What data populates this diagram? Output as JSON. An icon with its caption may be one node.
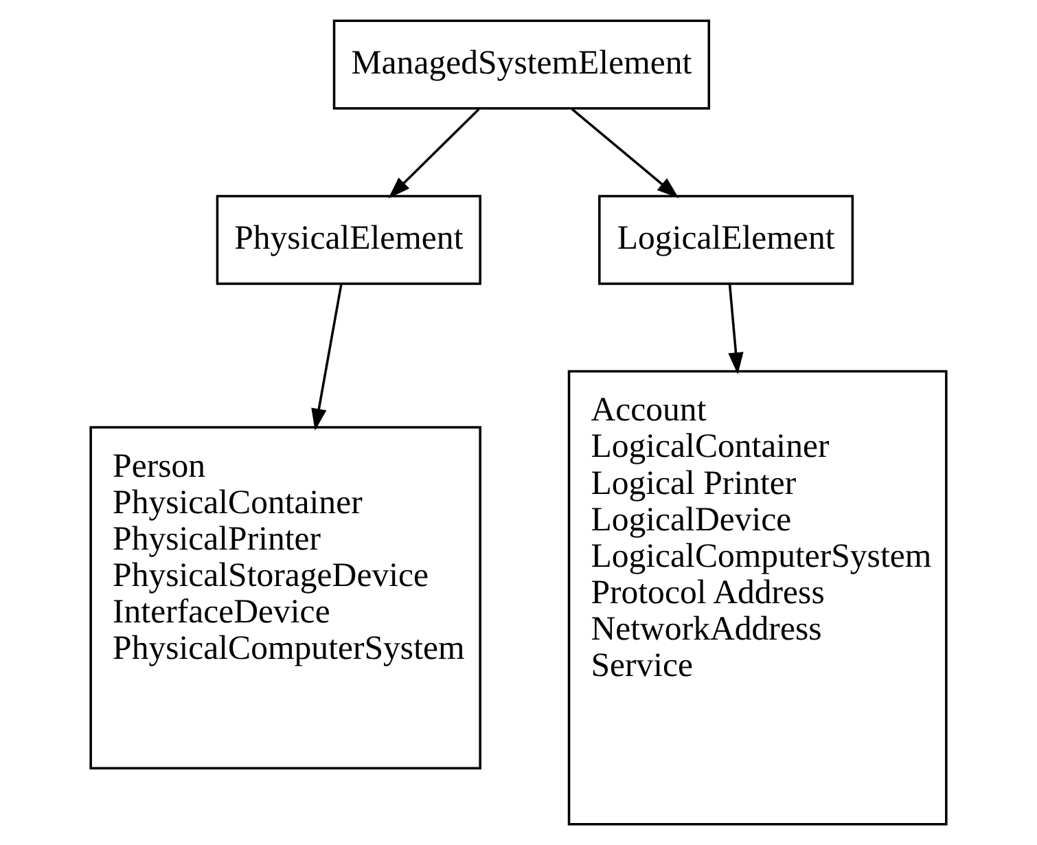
{
  "diagram": {
    "nodes": [
      {
        "text": [
          "ManagedSystemElement"
        ]
      },
      {
        "text": [
          "PhysicalElement"
        ]
      },
      {
        "text": [
          "LogicalElement"
        ]
      },
      {
        "text": [
          "Person",
          "PhysicalContainer",
          "PhysicalPrinter",
          "PhysicalStorageDevice",
          "InterfaceDevice",
          "PhysicalComputerSystem"
        ]
      },
      {
        "text": [
          "Account",
          "LogicalContainer",
          "Logical Printer",
          "LogicalDevice",
          "LogicalComputerSystem",
          "Protocol Address",
          "NetworkAddress",
          "Service"
        ]
      }
    ],
    "edges": [
      {
        "from": 0,
        "to": 1,
        "arrow": "to"
      },
      {
        "from": 0,
        "to": 2,
        "arrow": "to"
      },
      {
        "from": 1,
        "to": 3,
        "arrow": "to"
      },
      {
        "from": 2,
        "to": 4,
        "arrow": "to"
      }
    ]
  }
}
